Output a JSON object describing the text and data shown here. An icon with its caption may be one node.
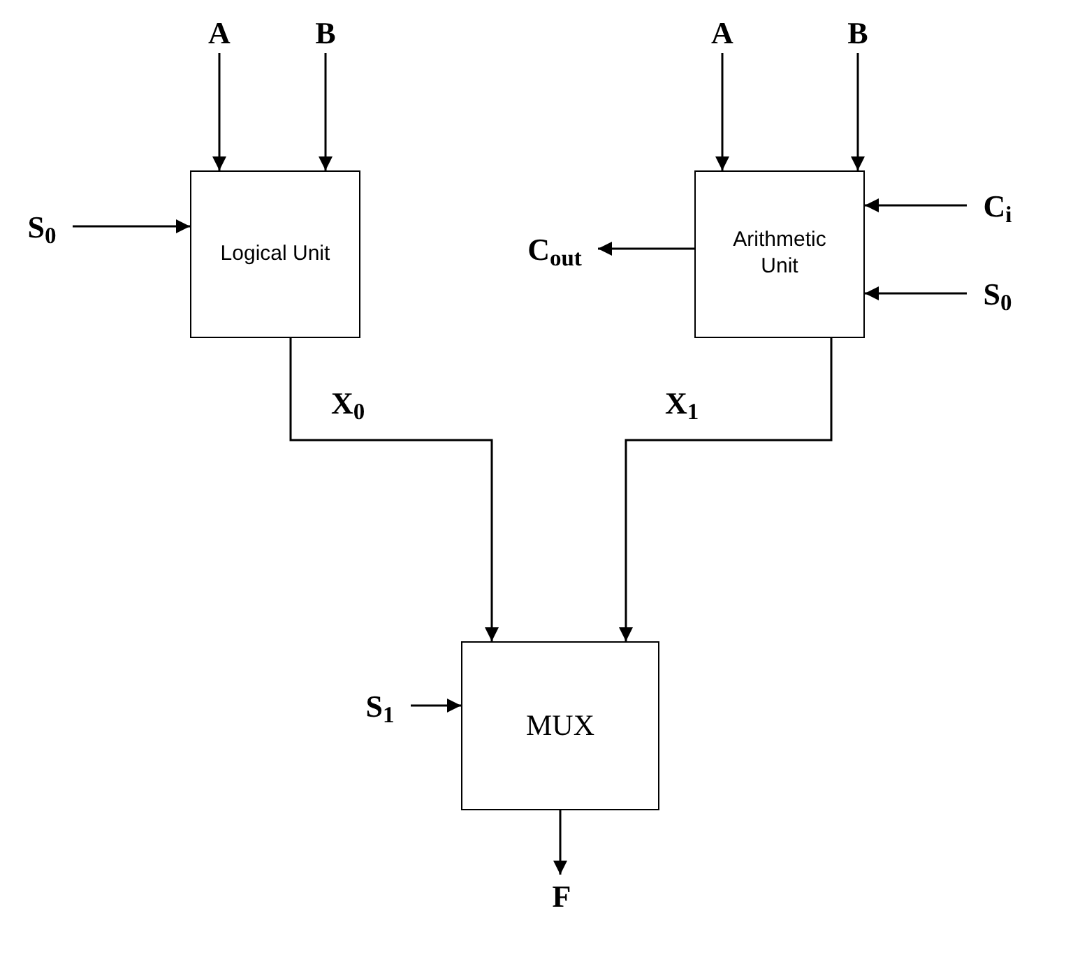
{
  "diagram": {
    "nodes": [
      {
        "text": [
          "A"
        ]
      },
      {
        "text": [
          "B"
        ]
      },
      {
        "text": [
          "A"
        ]
      },
      {
        "text": [
          "B"
        ]
      },
      {
        "text": [
          "S$_{0}$"
        ]
      },
      {
        "text": [
          "Logical Unit"
        ]
      },
      {
        "text": [
          "C$_{out}$"
        ]
      },
      {
        "text": [
          "Arithmetic Unit"
        ]
      },
      {
        "text": [
          "C$_{i}$"
        ]
      },
      {
        "text": [
          "S$_{0}$"
        ]
      },
      {
        "text": [
          "S$_{1}$"
        ]
      },
      {
        "text": [
          "MUX"
        ]
      },
      {
        "text": [
          "F"
        ]
      }
    ],
    "edges": [
      {
        "from": 0,
        "to": 5,
        "arrow": "to"
      },
      {
        "from": 1,
        "to": 5,
        "arrow": "to"
      },
      {
        "from": 2,
        "to": 7,
        "arrow": "to"
      },
      {
        "from": 3,
        "to": 7,
        "arrow": "to"
      },
      {
        "from": 4,
        "to": 5,
        "arrow": "to"
      },
      {
        "from": 8,
        "to": 7,
        "arrow": "to"
      },
      {
        "from": 9,
        "to": 7,
        "arrow": "to"
      },
      {
        "from": 7,
        "to": 6,
        "arrow": "to"
      },
      {
        "from": 5,
        "to": 11,
        "label": "X$_{0}$",
        "arrow": "to"
      },
      {
        "from": 7,
        "to": 11,
        "label": "X$_{1}$",
        "arrow": "to"
      },
      {
        "from": 10,
        "to": 11,
        "arrow": "to"
      },
      {
        "from": 11,
        "to": 12,
        "arrow": "to"
      }
    ]
  }
}
